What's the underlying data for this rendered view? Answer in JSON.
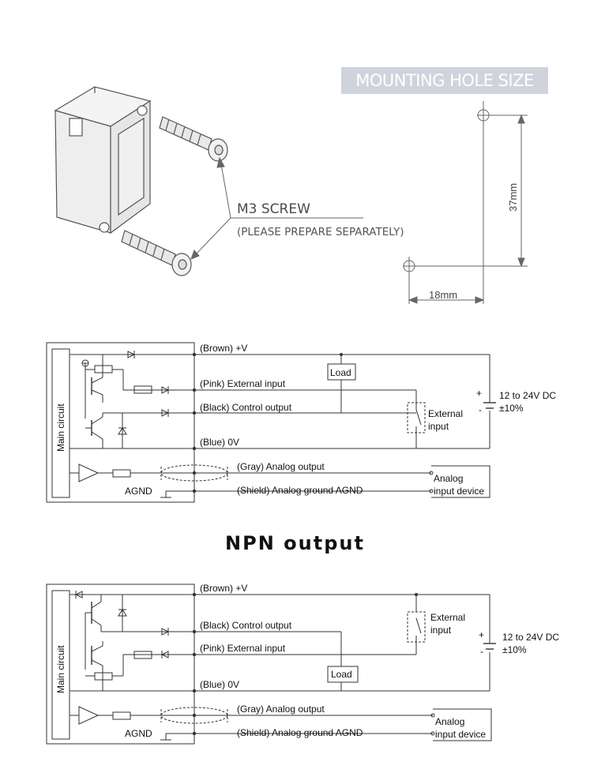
{
  "mounting": {
    "banner": "MOUNTING HOLE SIZE",
    "screw_title": "M3 SCREW",
    "screw_note": "(PLEASE PREPARE SEPARATELY)",
    "dim_vertical": "37mm",
    "dim_horizontal": "18mm"
  },
  "pnp": {
    "main_circuit": "Main circuit",
    "brown": "(Brown) +V",
    "pink": "(Pink) External input",
    "black": "(Black) Control output",
    "blue": "(Blue) 0V",
    "gray": "(Gray) Analog output",
    "shield": "(Shield) Analog ground AGND",
    "agnd": "AGND",
    "load": "Load",
    "external_input": [
      "External",
      "input"
    ],
    "supply": [
      "12 to 24V DC",
      "±10%"
    ],
    "analog_device": [
      "Analog",
      "input device"
    ],
    "plus": "+",
    "minus": "-"
  },
  "npn_title": "NPN output",
  "npn": {
    "main_circuit": "Main circuit",
    "brown": "(Brown) +V",
    "black": "(Black) Control output",
    "pink": "(Pink) External input",
    "blue": "(Blue) 0V",
    "gray": "(Gray) Analog output",
    "shield": "(Shield) Analog ground AGND",
    "agnd": "AGND",
    "load": "Load",
    "external_input": [
      "External",
      "input"
    ],
    "supply": [
      "12 to 24V DC",
      "±10%"
    ],
    "analog_device": [
      "Analog",
      "input device"
    ],
    "plus": "+",
    "minus": "-"
  }
}
